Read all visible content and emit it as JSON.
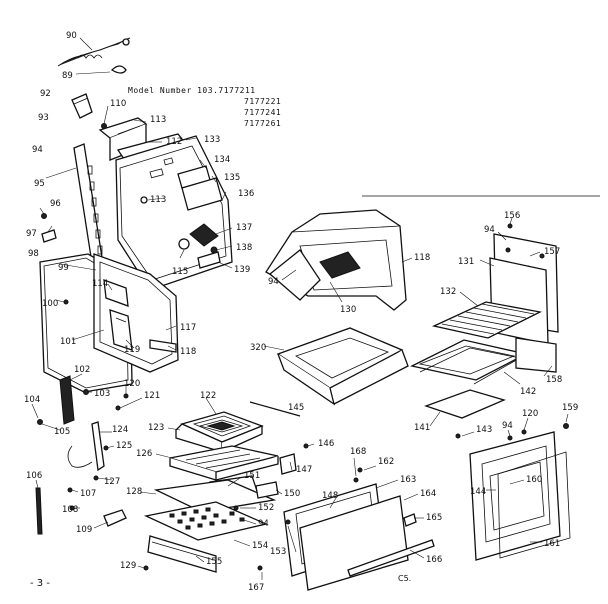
{
  "model": {
    "line1": "Model Number 103.7177211",
    "line2": "7177221",
    "line3": "7177241",
    "line4": "7177261"
  },
  "page_number": "- 3 -",
  "code": "C5.",
  "callouts": [
    {
      "id": "c90",
      "text": "90"
    },
    {
      "id": "c89",
      "text": "89"
    },
    {
      "id": "c92",
      "text": "92"
    },
    {
      "id": "c93",
      "text": "93"
    },
    {
      "id": "c110",
      "text": "110"
    },
    {
      "id": "c113a",
      "text": "113"
    },
    {
      "id": "c112",
      "text": "112"
    },
    {
      "id": "c133",
      "text": "133"
    },
    {
      "id": "c134",
      "text": "134"
    },
    {
      "id": "c135",
      "text": "135"
    },
    {
      "id": "c136",
      "text": "136"
    },
    {
      "id": "c94a",
      "text": "94"
    },
    {
      "id": "c95",
      "text": "95"
    },
    {
      "id": "c96",
      "text": "96"
    },
    {
      "id": "c113b",
      "text": "113"
    },
    {
      "id": "c97",
      "text": "97"
    },
    {
      "id": "c137",
      "text": "137"
    },
    {
      "id": "c138",
      "text": "138"
    },
    {
      "id": "c115",
      "text": "115"
    },
    {
      "id": "c139",
      "text": "139"
    },
    {
      "id": "c98",
      "text": "98"
    },
    {
      "id": "c99",
      "text": "99"
    },
    {
      "id": "c114",
      "text": "114"
    },
    {
      "id": "c100",
      "text": "100"
    },
    {
      "id": "c101",
      "text": "101"
    },
    {
      "id": "c119",
      "text": "119"
    },
    {
      "id": "c117",
      "text": "117"
    },
    {
      "id": "c118a",
      "text": "118"
    },
    {
      "id": "c102",
      "text": "102"
    },
    {
      "id": "c103",
      "text": "103"
    },
    {
      "id": "c120a",
      "text": "120"
    },
    {
      "id": "c104",
      "text": "104"
    },
    {
      "id": "c121",
      "text": "121"
    },
    {
      "id": "c105",
      "text": "105"
    },
    {
      "id": "c124",
      "text": "124"
    },
    {
      "id": "c125",
      "text": "125"
    },
    {
      "id": "c127",
      "text": "127"
    },
    {
      "id": "c106",
      "text": "106"
    },
    {
      "id": "c107",
      "text": "107"
    },
    {
      "id": "c108",
      "text": "108"
    },
    {
      "id": "c109",
      "text": "109"
    },
    {
      "id": "c129",
      "text": "129"
    },
    {
      "id": "c118b",
      "text": "118"
    },
    {
      "id": "c94b",
      "text": "94"
    },
    {
      "id": "c130",
      "text": "130"
    },
    {
      "id": "c320",
      "text": "320"
    },
    {
      "id": "c156",
      "text": "156"
    },
    {
      "id": "c94c",
      "text": "94"
    },
    {
      "id": "c157",
      "text": "157"
    },
    {
      "id": "c131",
      "text": "131"
    },
    {
      "id": "c132",
      "text": "132"
    },
    {
      "id": "c142",
      "text": "142"
    },
    {
      "id": "c158",
      "text": "158"
    },
    {
      "id": "c141",
      "text": "141"
    },
    {
      "id": "c143",
      "text": "143"
    },
    {
      "id": "c122",
      "text": "122"
    },
    {
      "id": "c145",
      "text": "145"
    },
    {
      "id": "c123",
      "text": "123"
    },
    {
      "id": "c146",
      "text": "146"
    },
    {
      "id": "c126",
      "text": "126"
    },
    {
      "id": "c147",
      "text": "147"
    },
    {
      "id": "c151",
      "text": "151"
    },
    {
      "id": "c128",
      "text": "128"
    },
    {
      "id": "c150",
      "text": "150"
    },
    {
      "id": "c152",
      "text": "152"
    },
    {
      "id": "c94d",
      "text": "94"
    },
    {
      "id": "c154",
      "text": "154"
    },
    {
      "id": "c155",
      "text": "155"
    },
    {
      "id": "c153",
      "text": "153"
    },
    {
      "id": "c167",
      "text": "167"
    },
    {
      "id": "c168",
      "text": "168"
    },
    {
      "id": "c162",
      "text": "162"
    },
    {
      "id": "c148",
      "text": "148"
    },
    {
      "id": "c163",
      "text": "163"
    },
    {
      "id": "c164",
      "text": "164"
    },
    {
      "id": "c165",
      "text": "165"
    },
    {
      "id": "c166",
      "text": "166"
    },
    {
      "id": "c159",
      "text": "159"
    },
    {
      "id": "c120b",
      "text": "120"
    },
    {
      "id": "c94e",
      "text": "94"
    },
    {
      "id": "c144",
      "text": "144"
    },
    {
      "id": "c160",
      "text": "160"
    },
    {
      "id": "c161",
      "text": "161"
    }
  ]
}
